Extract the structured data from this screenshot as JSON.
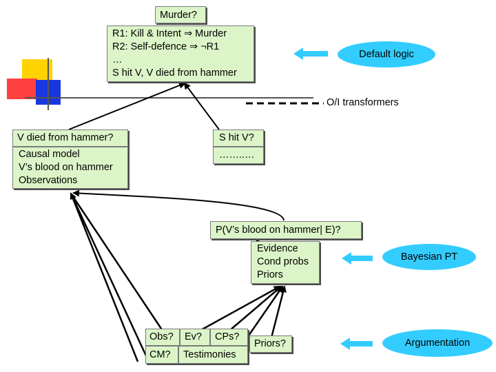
{
  "nodes": {
    "murder": "Murder?",
    "rules": [
      "R1: Kill & Intent ⇒ Murder",
      "R2: Self-defence ⇒ ¬R1",
      "…",
      "S hit V, V died from hammer"
    ],
    "died_from_hammer": "V died from hammer?",
    "died_details": [
      "Causal model",
      "V’s blood on hammer",
      "Observations"
    ],
    "s_hit_v": "S hit V?",
    "s_hit_details": "……..…",
    "prob_query": "P(V’s blood on hammer| E)?",
    "evidence_items": [
      "Evidence",
      "Cond probs",
      "Priors"
    ],
    "obs": "Obs?",
    "ev": "Ev?",
    "cps": "CPs?",
    "cm": "CM?",
    "testimonies": "Testimonies",
    "priors": "Priors?"
  },
  "labels": {
    "default_logic": "Default logic",
    "oi_transformers": "O/I transformers",
    "bayesian_pt": "Bayesian PT",
    "argumentation": "Argumentation"
  },
  "colors": {
    "node_fill": "#dcf5c8",
    "oval_fill": "#33ccff",
    "arrow": "#33ccff",
    "deco_yellow": "#ffd200",
    "deco_red": "#ff3b3b",
    "deco_blue": "#1a36e0"
  }
}
